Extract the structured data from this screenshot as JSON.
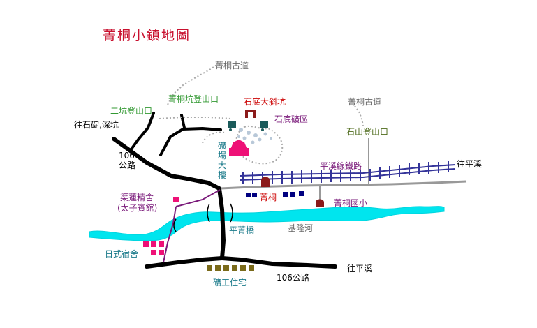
{
  "map": {
    "title": "菁桐小鎮地圖",
    "labels": {
      "jingtong_old_trail_top": "菁桐古道",
      "jingtongkeng_trailhead": "菁桐坑登山口",
      "erkeng_trailhead": "二坑登山口",
      "to_shidingshenkeng": "往石碇,深坑",
      "road106_left": "106",
      "road106_left_2": "公路",
      "shidi_dashaokeng": "石底大斜坑",
      "shidi_mine": "石底礦區",
      "mine_building": "礦場大樓",
      "jingtong_old_trail_right": "菁桐古道",
      "shishan_trailhead": "石山登山口",
      "pingxi_line": "平溪線鐵路",
      "to_pingxi_top": "往平溪",
      "qulian_jingshe": "渠蓮精舍",
      "prince_hotel": "(太子賓館)",
      "jingtong_station": "菁桐",
      "jingtong_elementary": "菁桐國小",
      "pingjing_bridge": "平菁橋",
      "keelung_river": "基隆河",
      "japanese_dorm": "日式宿舍",
      "to_pingxi_bottom": "往平溪",
      "road106_bottom": "106公路",
      "miner_housing": "礦工住宅"
    },
    "colors": {
      "title": "#c8102e",
      "river": "#00e5ee",
      "road": "#000000",
      "railway": "#333399",
      "minor_road": "#999999",
      "trail": "#aaaaaa",
      "dorm": "#ee1177",
      "station": "#000080",
      "landmark": "#8b1a1a",
      "miner_housing": "#7a6a1a"
    },
    "icons": [
      "mine-building-icon",
      "mine-cart-icon",
      "station-icon",
      "school-icon",
      "dorm-icon",
      "house-icon"
    ]
  }
}
